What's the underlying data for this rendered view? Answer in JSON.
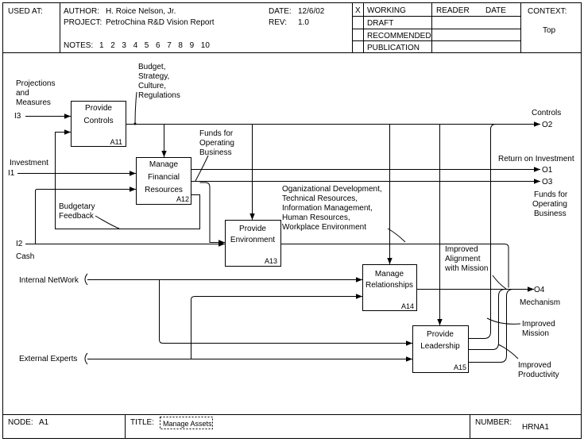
{
  "header": {
    "used_at_label": "USED AT:",
    "author_label": "AUTHOR:",
    "author": "H. Roice Nelson, Jr.",
    "project_label": "PROJECT:",
    "project": "PetroChina R&D Vision Report",
    "date_label": "DATE:",
    "date": "12/6/02",
    "rev_label": "REV:",
    "rev": "1.0",
    "notes_label": "NOTES:",
    "notes": [
      "1",
      "2",
      "3",
      "4",
      "5",
      "6",
      "7",
      "8",
      "9",
      "10"
    ],
    "status_mark": "X",
    "statuses": [
      "WORKING",
      "DRAFT",
      "RECOMMENDED",
      "PUBLICATION"
    ],
    "reader_label": "READER",
    "reader_date_label": "DATE",
    "context_label": "CONTEXT:",
    "context_value": "Top"
  },
  "footer": {
    "node_label": "NODE:",
    "node": "A1",
    "title_label": "TITLE:",
    "title": "Manage Assets",
    "number_label": "NUMBER:",
    "number": "HRNA1"
  },
  "boxes": [
    {
      "id": "A11",
      "lines": [
        "Provide",
        "Controls"
      ]
    },
    {
      "id": "A12",
      "lines": [
        "Manage",
        "Financial",
        "Resources"
      ]
    },
    {
      "id": "A13",
      "lines": [
        "Provide",
        "Environment"
      ]
    },
    {
      "id": "A14",
      "lines": [
        "Manage",
        "Relationships"
      ]
    },
    {
      "id": "A15",
      "lines": [
        "Provide",
        "Leadership"
      ]
    }
  ],
  "labels": {
    "projections": [
      "Projections",
      "and",
      "Measures"
    ],
    "i3": "I3",
    "investment": "Investment",
    "i1": "I1",
    "i2": "I2",
    "cash": "Cash",
    "budget": [
      "Budget,",
      "Strategy,",
      "Culture,",
      "Regulations"
    ],
    "funds_internal": [
      "Funds for",
      "Operating",
      "Business"
    ],
    "budgetary": [
      "Budgetary",
      "Feedback"
    ],
    "org_dev": [
      "Oganizational Development,",
      "Technical Resources,",
      "Information Management,",
      "Human Resources,",
      "Workplace Environment"
    ],
    "controls": "Controls",
    "o2": "O2",
    "return_on_investment": "Return on Investment",
    "o1": "O1",
    "o3": "O3",
    "funds_output": [
      "Funds for",
      "Operating",
      "Business"
    ],
    "improved_alignment": [
      "Improved",
      "Alignment",
      "with Mission"
    ],
    "o4": "O4",
    "mechanism": "Mechanism",
    "improved_mission": [
      "Improved",
      "Mission"
    ],
    "improved_productivity": [
      "Improved",
      "Productivity"
    ],
    "internal_network": "Internal NetWork",
    "external_experts": "External Experts"
  }
}
